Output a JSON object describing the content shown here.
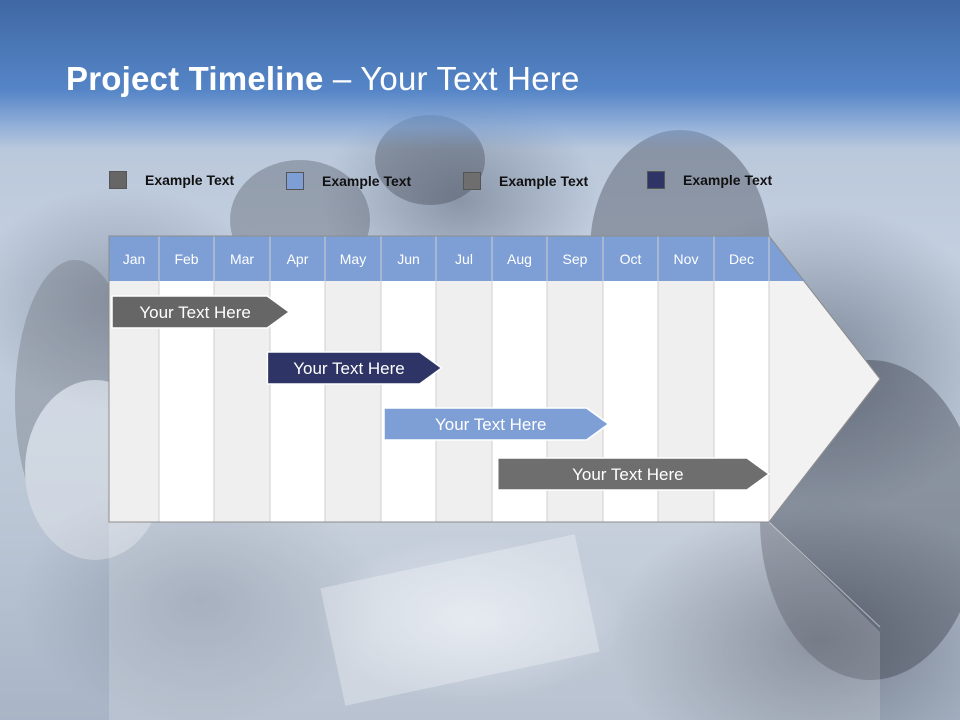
{
  "slide": {
    "title_bold": "Project Timeline",
    "title_rest": " – Your Text Here"
  },
  "legend": [
    {
      "label": "Example Text",
      "color": "#666666"
    },
    {
      "label": "Example Text",
      "color": "#7e9fd6"
    },
    {
      "label": "Example Text",
      "color": "#6e6e6e"
    },
    {
      "label": "Example Text",
      "color": "#2e3466"
    }
  ],
  "timeline": {
    "months": [
      "Jan",
      "Feb",
      "Mar",
      "Apr",
      "May",
      "Jun",
      "Jul",
      "Aug",
      "Sep",
      "Oct",
      "Nov",
      "Dec"
    ],
    "header_color": "#7e9fd6",
    "tasks": [
      {
        "label": "Your  Text Here",
        "start_month": 1,
        "end_month": 4.35,
        "color": "#666666"
      },
      {
        "label": "Your  Text Here",
        "start_month": 3.9,
        "end_month": 7.1,
        "color": "#2e3466"
      },
      {
        "label": "Your  Text Here",
        "start_month": 6.0,
        "end_month": 10.1,
        "color": "#7e9fd6"
      },
      {
        "label": "Your  Text Here",
        "start_month": 8.05,
        "end_month": 13.0,
        "color": "#6e6e6e"
      }
    ]
  }
}
